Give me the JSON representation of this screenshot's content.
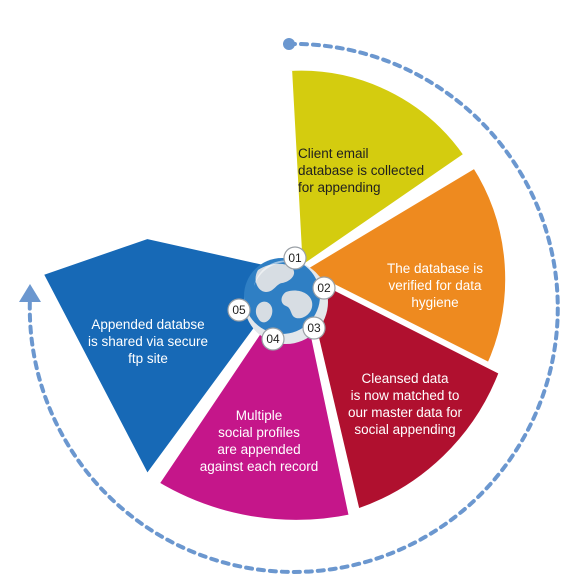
{
  "colors": {
    "segment_1": "#d4cc0f",
    "segment_2": "#ee8a1f",
    "segment_3": "#b0102f",
    "segment_4": "#c5168a",
    "segment_5": "#1769b6",
    "dashed_arrow": "#6b97cf",
    "globe_ocean": "#2f7fc4",
    "globe_land": "#d7dde3"
  },
  "steps": [
    {
      "number": "01",
      "lines": [
        "Client email",
        "database is collected",
        "for appending"
      ]
    },
    {
      "number": "02",
      "lines": [
        "The database is",
        "verified for data",
        "hygiene"
      ]
    },
    {
      "number": "03",
      "lines": [
        "Cleansed data",
        "is now matched to",
        "our master data for",
        "social appending"
      ]
    },
    {
      "number": "04",
      "lines": [
        "Multiple",
        "social profiles",
        "are appended",
        "against each record"
      ]
    },
    {
      "number": "05",
      "lines": [
        "Appended databse",
        "is shared via secure",
        "ftp site"
      ]
    }
  ],
  "icons": {
    "center": "globe-icon",
    "arrow_head": "triangle-arrow-icon",
    "arrow_start": "dot-icon"
  }
}
